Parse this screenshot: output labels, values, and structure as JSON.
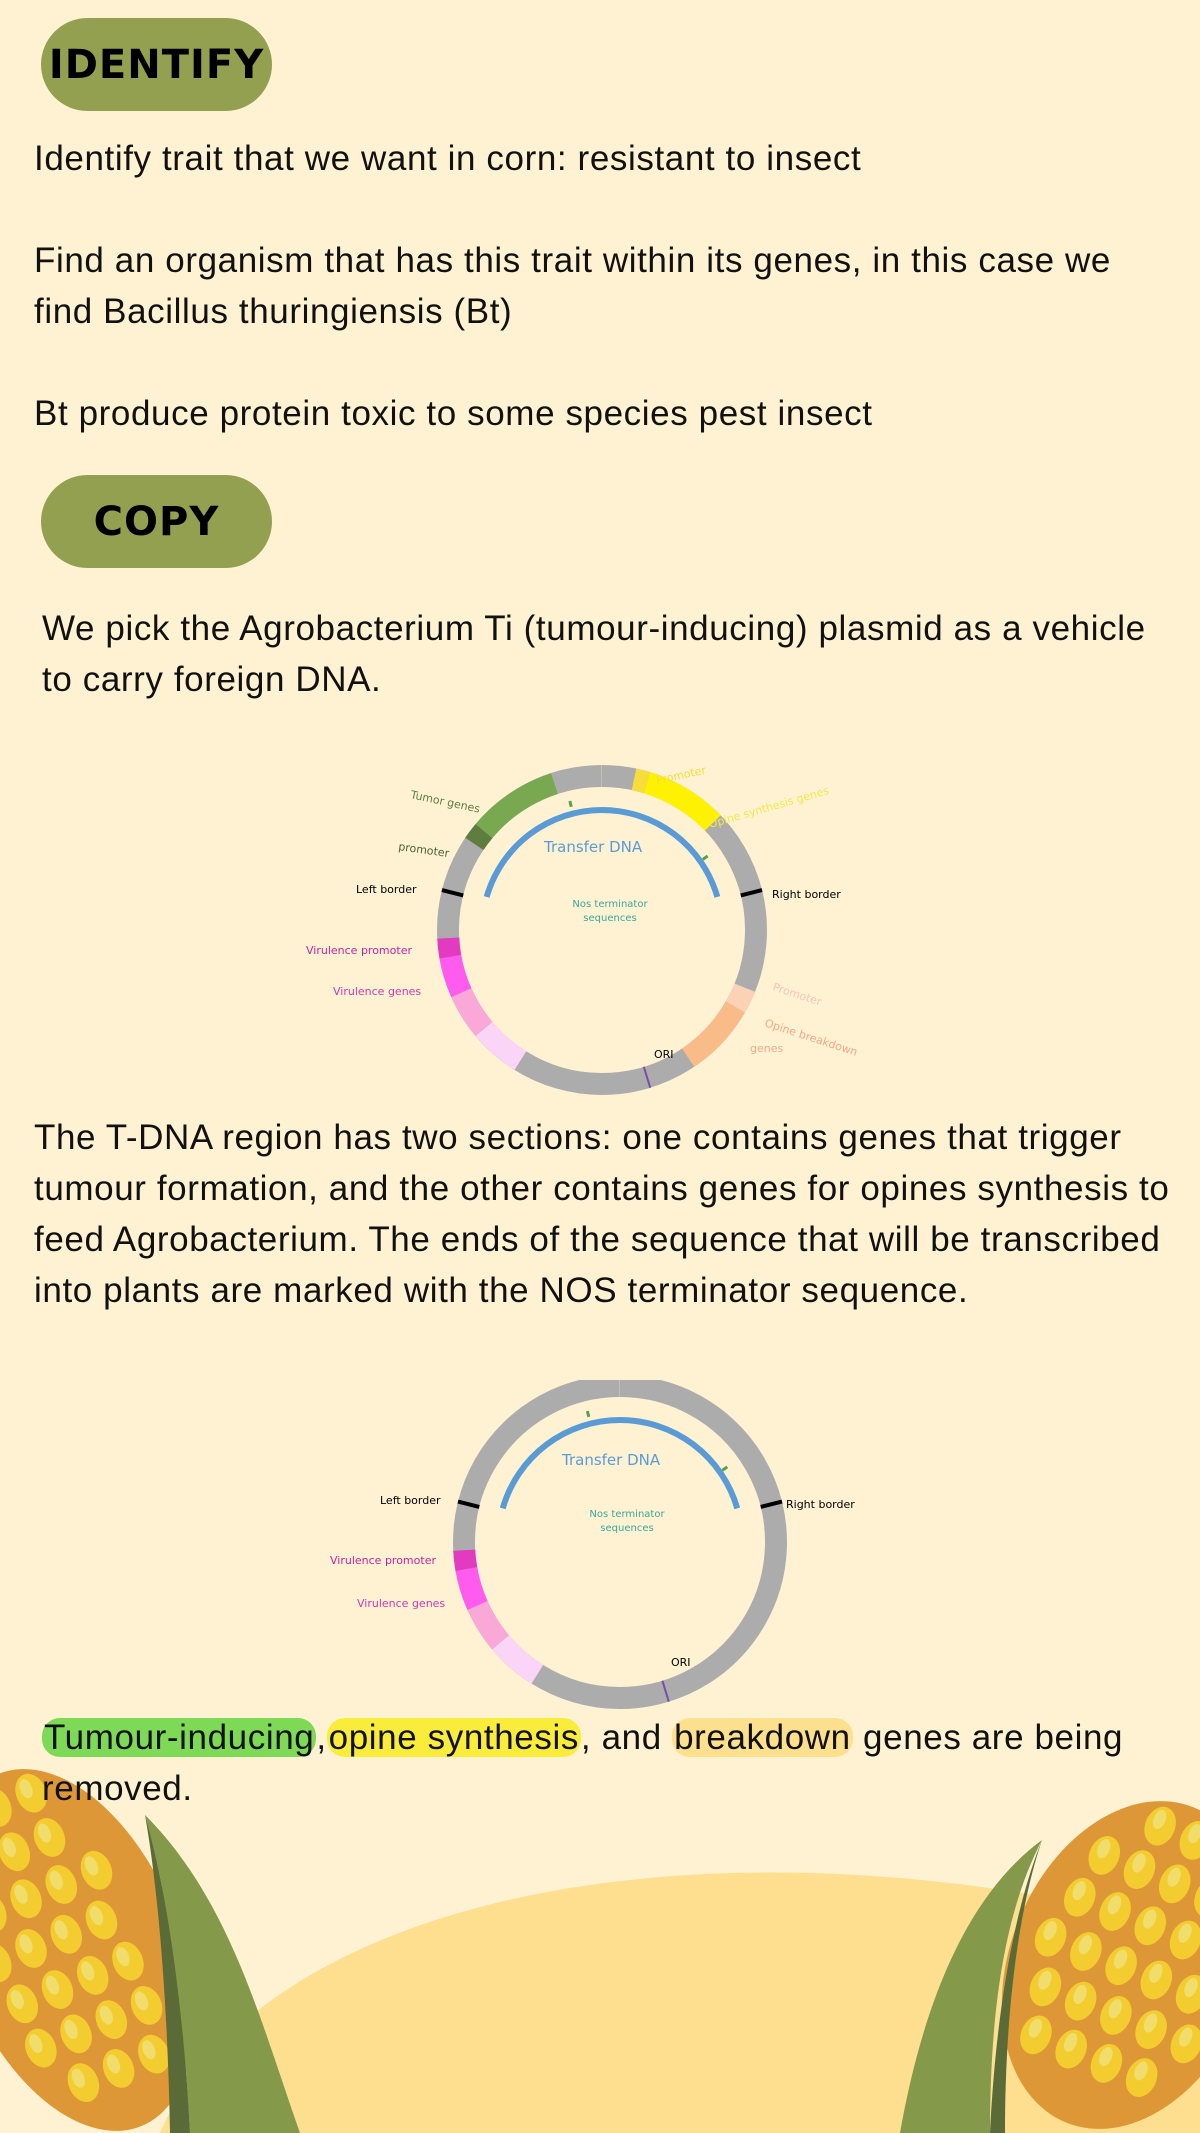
{
  "identify": {
    "heading": "IDENTIFY",
    "paragraphs": [
      "Identify trait that we want in corn: resistant to insect",
      "Find an organism that has this trait within its genes, in  this case we find Bacillus thuringiensis (Bt)",
      "Bt produce protein toxic to some species pest insect"
    ]
  },
  "copy": {
    "heading": "COPY",
    "intro": "We pick the Agrobacterium Ti (tumour-inducing) plasmid as a vehicle to carry foreign DNA.",
    "tdna_paragraph": "The T-DNA region has two sections: one contains genes that trigger tumour formation, and the other contains genes for opines synthesis to feed Agrobacterium. The ends of the sequence that will be transcribed into plants are marked with the NOS terminator sequence.",
    "removed": {
      "tumour": "Tumour-inducing",
      "comma1": ",",
      "opine": "opine synthesis",
      "comma2": ", and",
      "breakdown": "breakdown",
      "rest": " genes are being removed."
    }
  },
  "plasmid_full": {
    "transfer_dna": "Transfer DNA",
    "nos_line1": "Nos terminator",
    "nos_line2": "sequences",
    "tumor_genes": "Tumor genes",
    "promoter_left": "promoter",
    "left_border": "Left border",
    "right_border": "Right border",
    "promoter_top": "Promoter",
    "opine_synthesis": "Opine synthesis genes",
    "virulence_promoter": "Virulence promoter",
    "virulence_genes": "Virulence genes",
    "promoter_right": "Promoter",
    "opine_breakdown_1": "Opine breakdown",
    "opine_breakdown_2": "genes",
    "ori": "ORI"
  },
  "plasmid_modified": {
    "transfer_dna": "Transfer DNA",
    "nos_line1": "Nos terminator",
    "nos_line2": "sequences",
    "left_border": "Left border",
    "right_border": "Right border",
    "virulence_promoter": "Virulence promoter",
    "virulence_genes": "Virulence genes",
    "ori": "ORI"
  },
  "colors": {
    "background": "#fef2d3",
    "pill": "#93a04f",
    "highlight_tumour": "#7ed957",
    "highlight_opine": "#f9ec3a",
    "highlight_breakdown": "#fde08e",
    "plasmid_ring": "#adacad",
    "transfer_dna": "#5b9bd5"
  }
}
